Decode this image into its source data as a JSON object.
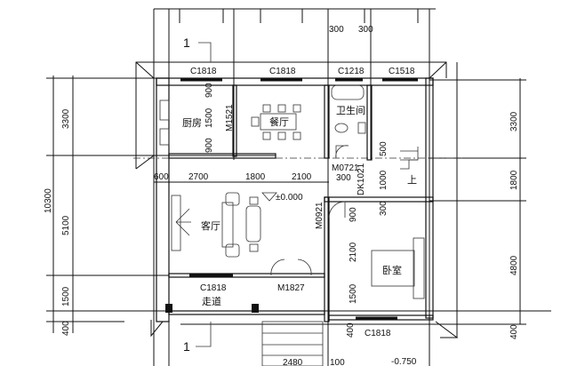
{
  "section_marks": [
    "1",
    "1"
  ],
  "rooms": {
    "kitchen": "厨房",
    "dining": "餐厅",
    "bathroom": "卫生间",
    "living": "客厅",
    "bedroom": "卧室",
    "corridor": "走道",
    "stair_up": "上"
  },
  "windows": {
    "kitchen": "C1818",
    "dining": "C1818",
    "bathroom": "C1218",
    "stair": "C1518",
    "living": "C1818",
    "bedroom": "C1818"
  },
  "doors": {
    "kitchen": "M1521",
    "bathroom": "M0721",
    "stair": "DK1021",
    "bedroom": "M0921",
    "entry": "M1827"
  },
  "elevations": {
    "floor": "±0.000",
    "outside": "-0.750"
  },
  "dims": {
    "top": [
      "300",
      "300"
    ],
    "left": [
      "3300",
      "5100",
      "1500",
      "400",
      "10300"
    ],
    "right": [
      "3300",
      "1800",
      "4800",
      "400"
    ],
    "row": [
      "600",
      "2700",
      "1800",
      "2100"
    ],
    "kitchen": [
      "900",
      "1500",
      "900"
    ],
    "bath": [
      "300",
      "500",
      "1000",
      "300"
    ],
    "bedroom": [
      "900",
      "2100",
      "1500",
      "400"
    ],
    "bottom": [
      "2480",
      "100"
    ]
  }
}
